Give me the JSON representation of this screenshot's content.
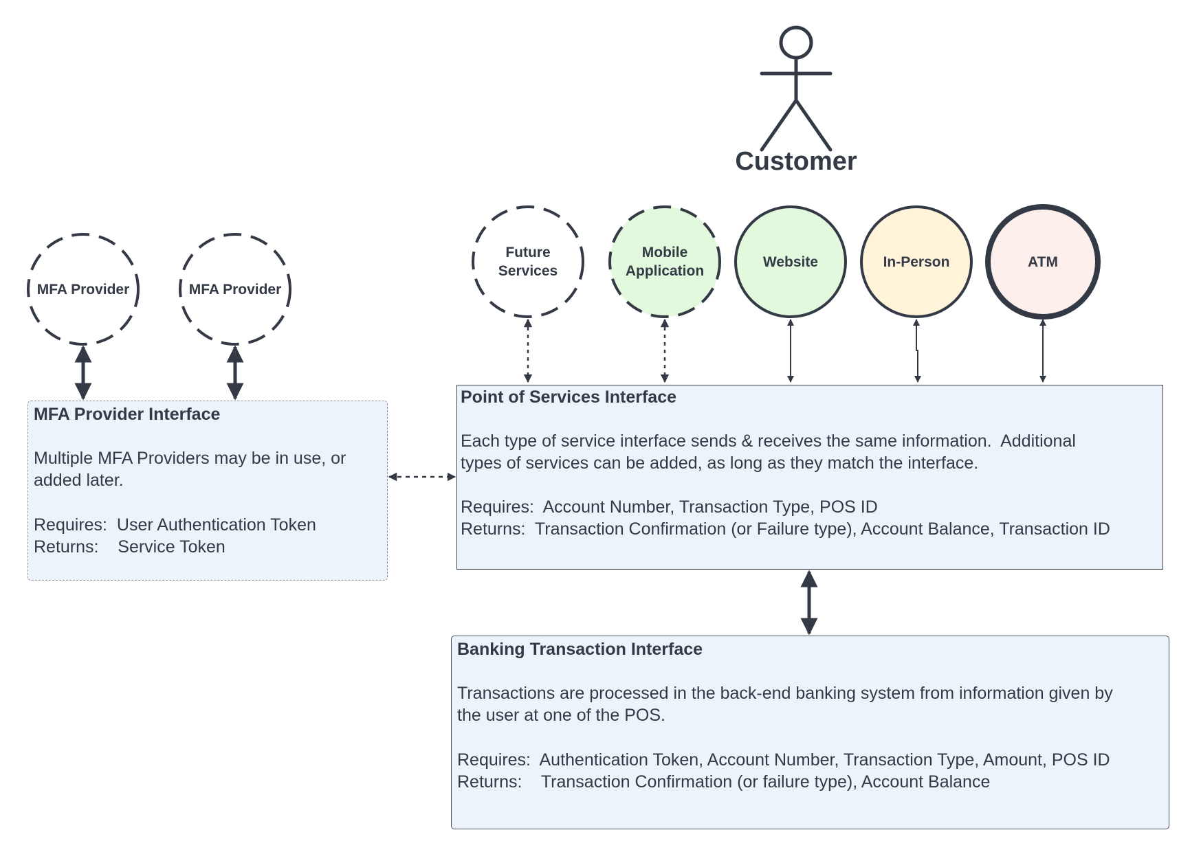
{
  "actor": {
    "label": "Customer",
    "icon": "stick-figure-icon"
  },
  "channels": [
    {
      "label": "Future Services",
      "fill": "#ffffff",
      "style": "dashed"
    },
    {
      "label": "Mobile Application",
      "fill": "#e3f9dd",
      "style": "dashed"
    },
    {
      "label": "Website",
      "fill": "#e3f9dd",
      "style": "solid"
    },
    {
      "label": "In-Person",
      "fill": "#fff3d9",
      "style": "solid"
    },
    {
      "label": "ATM",
      "fill": "#fdf0ec",
      "style": "thick"
    }
  ],
  "mfa_providers": [
    {
      "label": "MFA Provider",
      "style": "dashed"
    },
    {
      "label": "MFA Provider",
      "style": "dashed"
    }
  ],
  "mfa_interface": {
    "title": "MFA Provider Interface",
    "description": "Multiple MFA Providers may be in use, or\nadded later.",
    "requires": "Requires:  User Authentication Token",
    "returns": "Returns:    Service Token"
  },
  "pos_interface": {
    "title": "Point of Services Interface",
    "description": "Each type of service interface sends & receives the same information.  Additional\ntypes of services can be added, as long as they match the interface.",
    "requires": "Requires:  Account Number, Transaction Type, POS ID",
    "returns": "Returns:  Transaction Confirmation (or Failure type), Account Balance, Transaction ID"
  },
  "banking_interface": {
    "title": "Banking Transaction Interface",
    "description": "Transactions are processed in the back-end banking system from information given by\nthe user at one of the POS.",
    "requires": "Requires:  Authentication Token, Account Number, Transaction Type, Amount, POS ID",
    "returns": "Returns:    Transaction Confirmation (or failure type), Account Balance"
  },
  "colors": {
    "stroke": "#333a45",
    "box_fill": "#edf3fb"
  }
}
